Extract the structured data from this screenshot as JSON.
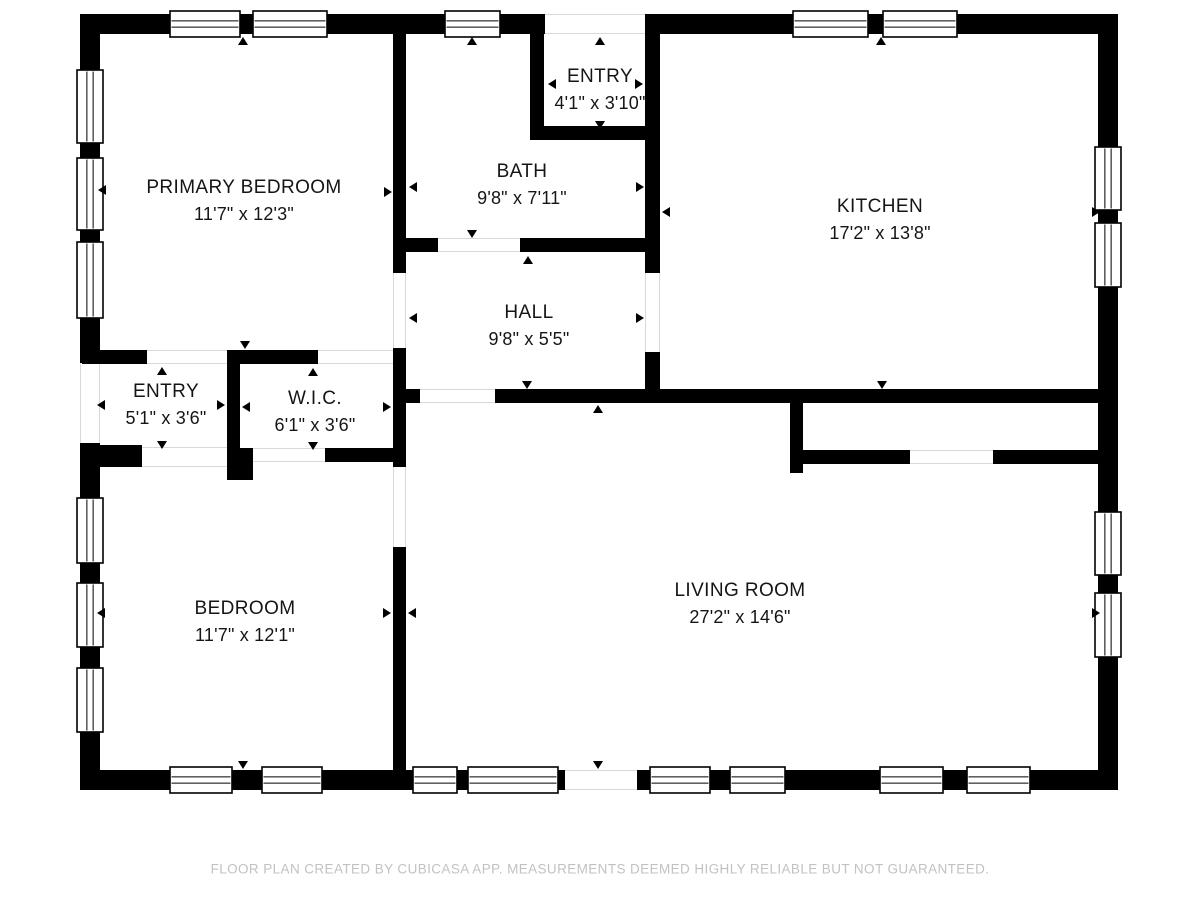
{
  "meta": {
    "footer": "FLOOR PLAN CREATED BY CUBICASA APP. MEASUREMENTS DEEMED HIGHLY RELIABLE BUT NOT GUARANTEED."
  },
  "colors": {
    "wall": "#000000",
    "background": "#ffffff",
    "label_text": "#151515",
    "footer_text": "#c2c2c2",
    "opening_line": "#d9d9d9"
  },
  "rooms": [
    {
      "id": "primary-bedroom",
      "name": "PRIMARY BEDROOM",
      "dims": "11'7\" x 12'3\""
    },
    {
      "id": "entry-top",
      "name": "ENTRY",
      "dims": "4'1\" x 3'10\""
    },
    {
      "id": "bath",
      "name": "BATH",
      "dims": "9'8\" x 7'11\""
    },
    {
      "id": "kitchen",
      "name": "KITCHEN",
      "dims": "17'2\" x 13'8\""
    },
    {
      "id": "hall",
      "name": "HALL",
      "dims": "9'8\" x 5'5\""
    },
    {
      "id": "entry-left",
      "name": "ENTRY",
      "dims": "5'1\" x 3'6\""
    },
    {
      "id": "wic",
      "name": "W.I.C.",
      "dims": "6'1\" x 3'6\""
    },
    {
      "id": "bedroom",
      "name": "BEDROOM",
      "dims": "11'7\" x 12'1\""
    },
    {
      "id": "living-room",
      "name": "LIVING ROOM",
      "dims": "27'2\" x 14'6\""
    }
  ]
}
